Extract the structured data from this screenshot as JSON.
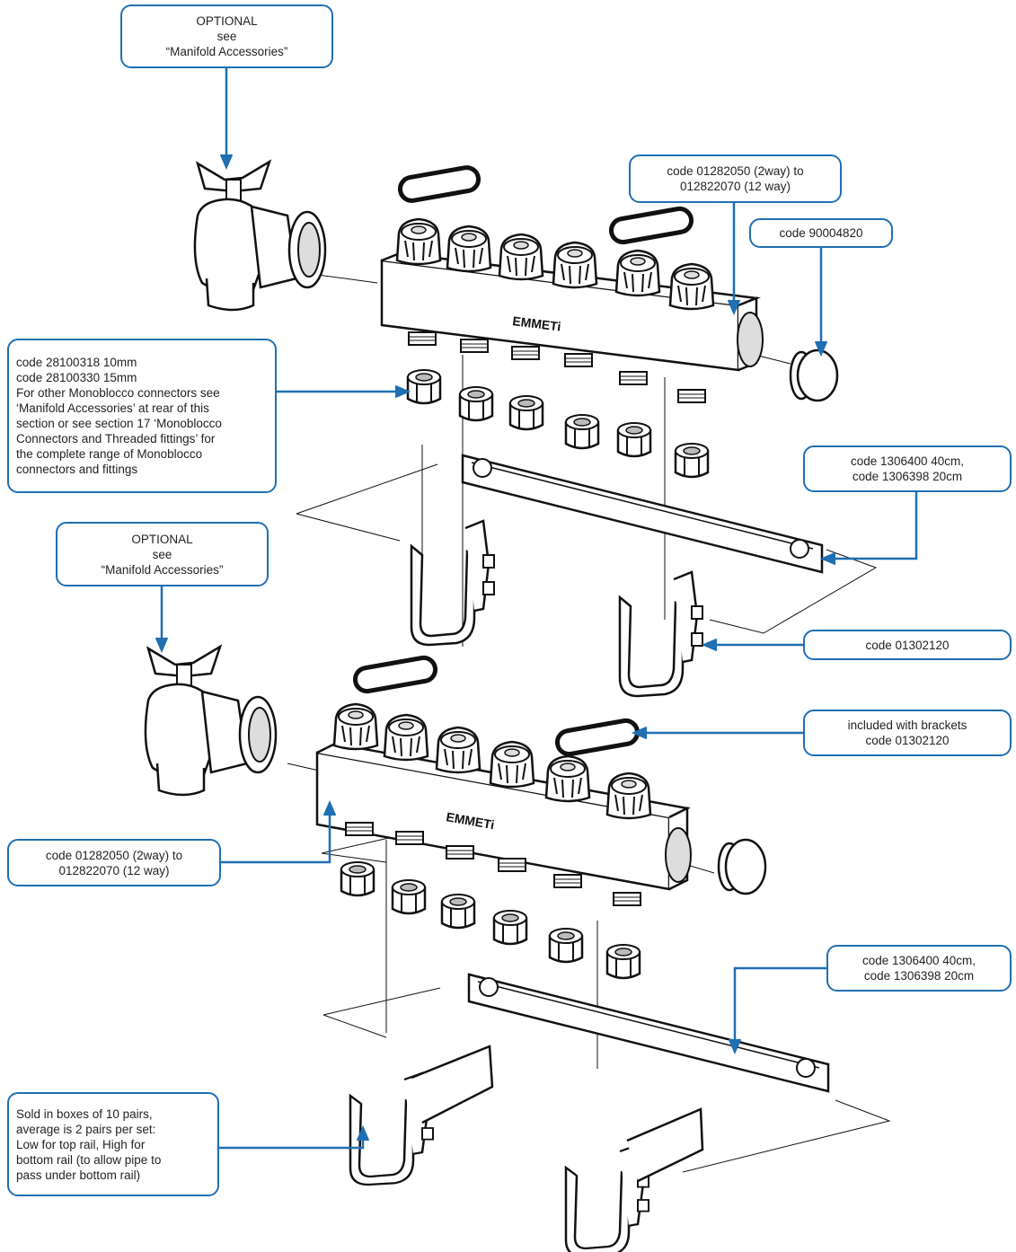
{
  "brand_mark": "EMMETi",
  "callouts": {
    "optional_top": {
      "lines": [
        "OPTIONAL",
        "see",
        "“Manifold Accessories”"
      ]
    },
    "manifold_code_top": {
      "lines": [
        "code 01282050 (2way) to",
        "012822070 (12 way)"
      ]
    },
    "end_cap_code": {
      "lines": [
        "code 90004820"
      ]
    },
    "connectors": {
      "lines": [
        "code 28100318 10mm",
        "code 28100330 15mm",
        "For other Monoblocco connectors see",
        "‘Manifold Accessories’ at rear of this",
        "section or see section 17  ‘Monoblocco",
        "Connectors and Threaded fittings’ for",
        "the complete range of Monoblocco",
        "connectors and fittings"
      ]
    },
    "rail_code_top": {
      "lines": [
        "code 1306400 40cm,",
        "code 1306398 20cm"
      ]
    },
    "optional_bottom": {
      "lines": [
        "OPTIONAL",
        "see",
        "“Manifold Accessories”"
      ]
    },
    "bracket_code": {
      "lines": [
        "code 01302120"
      ]
    },
    "gasket_included": {
      "lines": [
        "included with brackets",
        "code 01302120"
      ]
    },
    "manifold_code_bottom": {
      "lines": [
        "code 01282050 (2way) to",
        "012822070 (12 way)"
      ]
    },
    "rail_code_bottom": {
      "lines": [
        "code 1306400 40cm,",
        "code 1306398 20cm"
      ]
    },
    "bracket_boxes": {
      "lines": [
        "Sold in boxes of 10 pairs,",
        "average is 2 pairs per set:",
        "Low for top rail, High for",
        "bottom rail (to allow pipe to",
        "pass under bottom rail)"
      ]
    }
  },
  "colors": {
    "callout_border": "#1f6fb2",
    "leader": "#1f6fb2",
    "drawing": "#111111"
  }
}
